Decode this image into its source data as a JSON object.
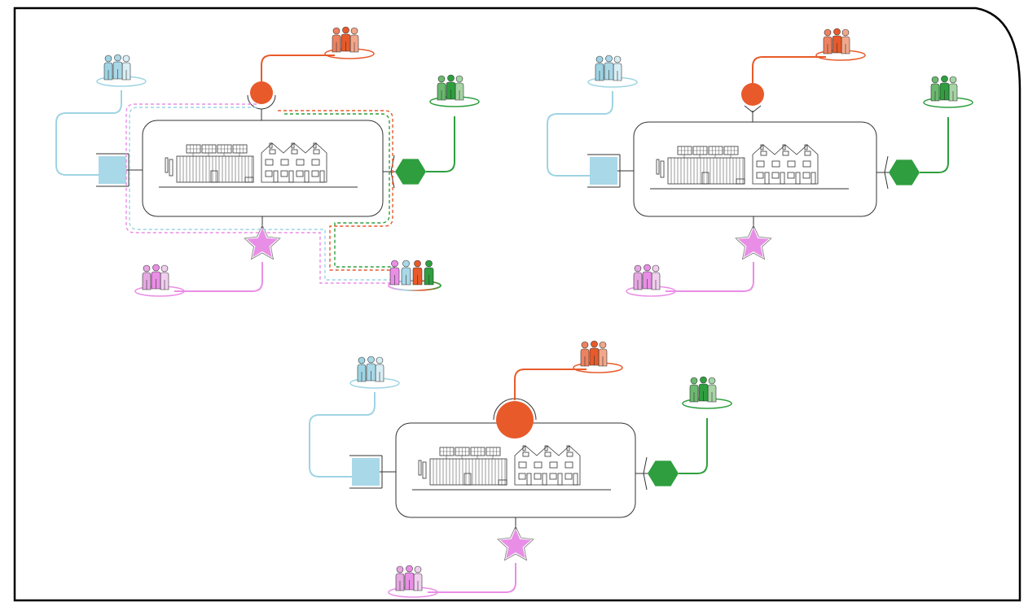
{
  "colors": {
    "blue_fill": "#a9d8e8",
    "blue_line": "#9ed4e3",
    "orange": "#e85a2a",
    "orange_light": "#f2a78a",
    "orange_mid": "#ee8260",
    "green": "#2e9e3e",
    "green_mid": "#6ab96f",
    "green_light": "#a6d4a5",
    "pink": "#e98ee6",
    "pink_mid": "#e6a8e2",
    "pink_light": "#f1cfef",
    "stroke": "#444444",
    "frame": "#000000"
  },
  "diagrams": [
    {
      "id": "diagram-top-left",
      "orange_icon": "circle",
      "orange_coupling": "half-ring",
      "has_shared_group": true,
      "description_icons": [
        "square-icon",
        "circle-icon",
        "hexagon-icon",
        "star-icon",
        "community-group-icon"
      ]
    },
    {
      "id": "diagram-top-right",
      "orange_icon": "circle",
      "orange_coupling": "fork",
      "has_shared_group": false,
      "description_icons": [
        "square-icon",
        "circle-icon",
        "hexagon-icon",
        "star-icon"
      ]
    },
    {
      "id": "diagram-bottom",
      "orange_icon": "large-circle",
      "orange_coupling": "direct",
      "has_shared_group": false,
      "description_icons": [
        "square-icon",
        "circle-icon",
        "hexagon-icon",
        "star-icon"
      ]
    }
  ]
}
